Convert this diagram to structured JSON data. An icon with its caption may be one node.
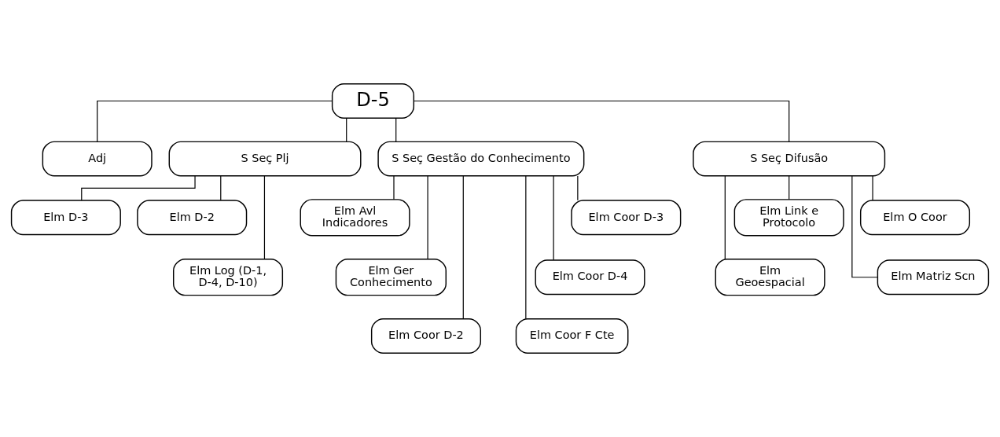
{
  "diagram": {
    "nodes": [
      {
        "text": [
          "D-5"
        ]
      },
      {
        "text": [
          "Adj"
        ]
      },
      {
        "text": [
          "S Seç Plj"
        ]
      },
      {
        "text": [
          "S Seç Gestão do Conhecimento"
        ]
      },
      {
        "text": [
          "S Seç Difusão"
        ]
      },
      {
        "text": [
          "Elm D-2"
        ]
      },
      {
        "text": [
          "Elm D-3"
        ]
      },
      {
        "text": [
          "Elm Log (D-1, D-4, D-10)"
        ]
      },
      {
        "text": [
          "Elm Avl Indicadores"
        ]
      },
      {
        "text": [
          "Elm Coor D-3"
        ]
      },
      {
        "text": [
          "Elm Ger Conhecimento"
        ]
      },
      {
        "text": [
          "Elm Coor D-4"
        ]
      },
      {
        "text": [
          "Elm Coor D-2"
        ]
      },
      {
        "text": [
          "Elm Coor F Cte"
        ]
      },
      {
        "text": [
          "Elm O Coor"
        ]
      },
      {
        "text": [
          "Elm Link e Protocolo"
        ]
      },
      {
        "text": [
          "Elm Matriz Scn"
        ]
      },
      {
        "text": [
          "Elm Geoespacial"
        ]
      }
    ],
    "edges": [
      {
        "from": 0,
        "to": 1,
        "arrow": "none"
      },
      {
        "from": 0,
        "to": 2,
        "arrow": "none"
      },
      {
        "from": 0,
        "to": 3,
        "arrow": "none"
      },
      {
        "from": 0,
        "to": 4,
        "arrow": "none"
      },
      {
        "from": 2,
        "to": 5,
        "arrow": "none"
      },
      {
        "from": 2,
        "to": 6,
        "arrow": "none"
      },
      {
        "from": 2,
        "to": 7,
        "arrow": "none"
      },
      {
        "from": 3,
        "to": 8,
        "arrow": "none"
      },
      {
        "from": 3,
        "to": 9,
        "arrow": "none"
      },
      {
        "from": 3,
        "to": 10,
        "arrow": "none"
      },
      {
        "from": 3,
        "to": 11,
        "arrow": "none"
      },
      {
        "from": 3,
        "to": 12,
        "arrow": "none"
      },
      {
        "from": 3,
        "to": 13,
        "arrow": "none"
      },
      {
        "from": 4,
        "to": 14,
        "arrow": "none"
      },
      {
        "from": 4,
        "to": 15,
        "arrow": "none"
      },
      {
        "from": 4,
        "to": 16,
        "arrow": "none"
      },
      {
        "from": 4,
        "to": 17,
        "arrow": "none"
      }
    ]
  }
}
